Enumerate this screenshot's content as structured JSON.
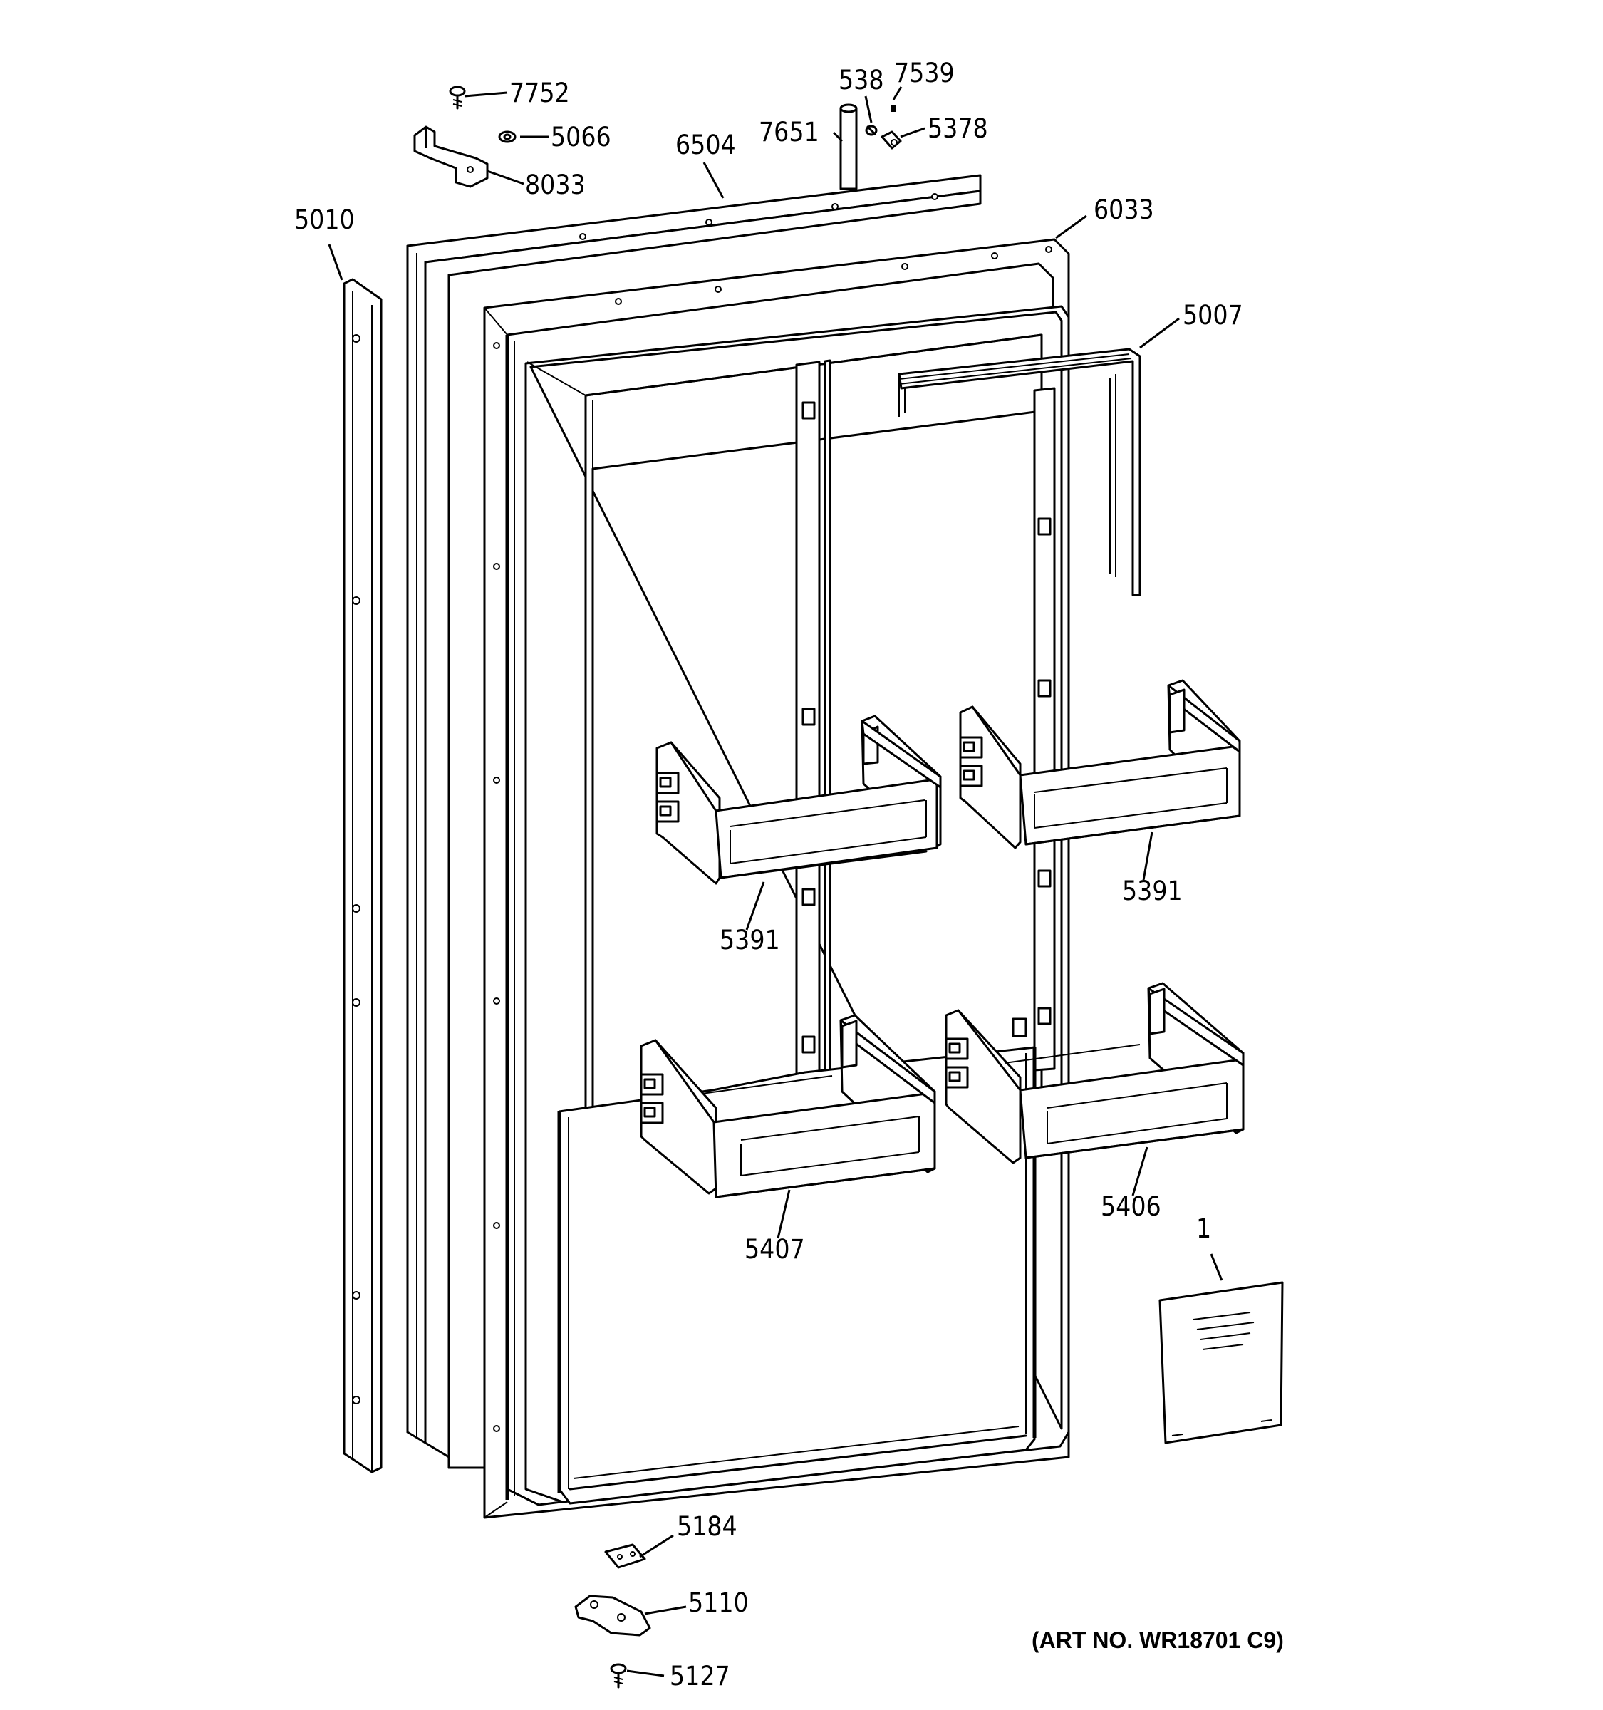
{
  "diagram": {
    "part_labels": {
      "p7752": "7752",
      "p5066": "5066",
      "p8033": "8033",
      "p538": "538",
      "p7539": "7539",
      "p7651": "7651",
      "p5378": "5378",
      "p6504": "6504",
      "p6033": "6033",
      "p5010": "5010",
      "p5007": "5007",
      "p5391_left": "5391",
      "p5391_right": "5391",
      "p5407": "5407",
      "p5406": "5406",
      "p1": "1",
      "p5184": "5184",
      "p5110": "5110",
      "p5127": "5127"
    },
    "art_number": "(ART NO. WR18701 C9)"
  }
}
